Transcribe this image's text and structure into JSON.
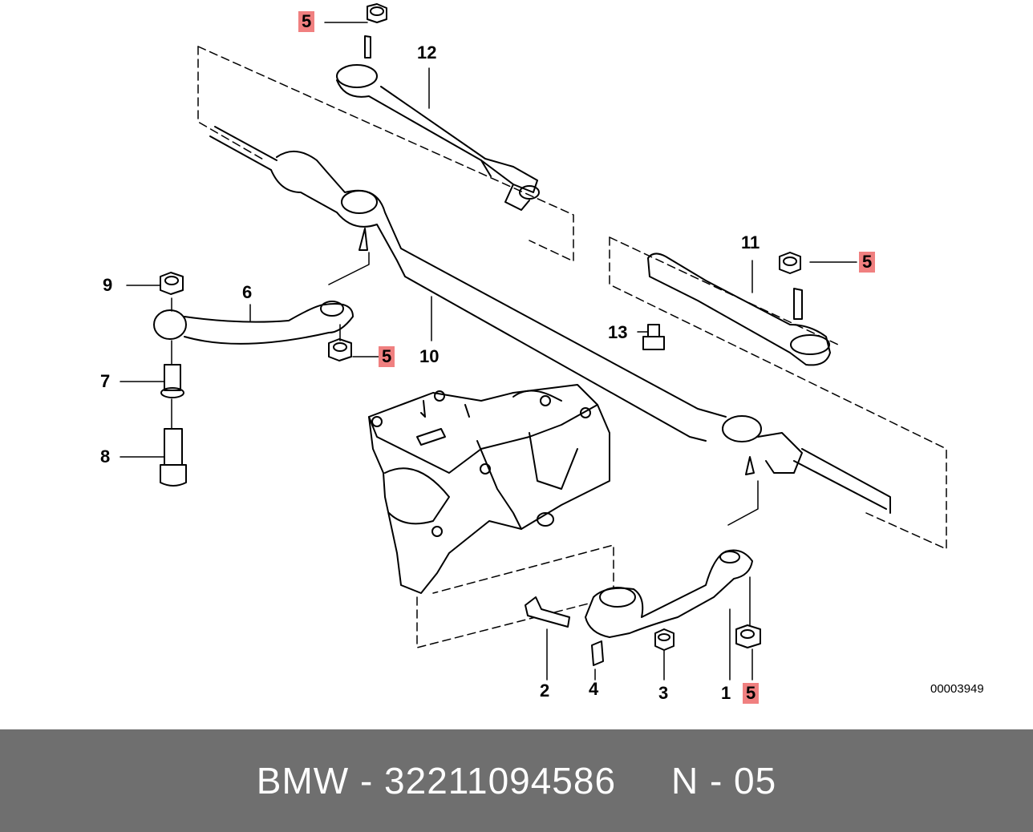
{
  "diagram": {
    "id_label": "00003949",
    "highlight_color": "#f08080",
    "callouts": [
      {
        "key": "c5a",
        "text": "5",
        "highlight": true
      },
      {
        "key": "c12",
        "text": "12",
        "highlight": false
      },
      {
        "key": "c11",
        "text": "11",
        "highlight": false
      },
      {
        "key": "c5b",
        "text": "5",
        "highlight": true
      },
      {
        "key": "c9",
        "text": "9",
        "highlight": false
      },
      {
        "key": "c6",
        "text": "6",
        "highlight": false
      },
      {
        "key": "c5c",
        "text": "5",
        "highlight": true
      },
      {
        "key": "c10",
        "text": "10",
        "highlight": false
      },
      {
        "key": "c13",
        "text": "13",
        "highlight": false
      },
      {
        "key": "c7",
        "text": "7",
        "highlight": false
      },
      {
        "key": "c8",
        "text": "8",
        "highlight": false
      },
      {
        "key": "c2",
        "text": "2",
        "highlight": false
      },
      {
        "key": "c4",
        "text": "4",
        "highlight": false
      },
      {
        "key": "c3",
        "text": "3",
        "highlight": false
      },
      {
        "key": "c1",
        "text": "1",
        "highlight": false
      },
      {
        "key": "c5d",
        "text": "5",
        "highlight": true
      }
    ]
  },
  "footer": {
    "text": "BMW - 32211094586     N - 05",
    "background": "#6f6f6f"
  }
}
